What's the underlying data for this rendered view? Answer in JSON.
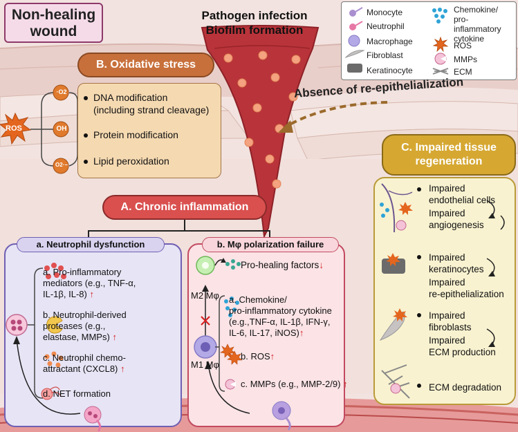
{
  "title": "Non-healing wound",
  "pathogen": [
    "Pathogen infection",
    "Biofilm formation"
  ],
  "legend": {
    "monocyte": "Monocyte",
    "neutrophil": "Neutrophil",
    "macrophage": "Macrophage",
    "fibroblast": "Fibroblast",
    "keratinocyte": "Keratinocyte",
    "chemokine": [
      "Chemokine/",
      "pro-inflammatory",
      "cytokine"
    ],
    "ros": "ROS",
    "mmps": "MMPs",
    "ecm": "ECM"
  },
  "oxidative": {
    "title": "B. Oxidative stress",
    "ros_label": "ROS",
    "species": [
      "·O2",
      "OH",
      "O2·−"
    ],
    "items": [
      "DNA modification",
      "(including strand cleavage)",
      "Protein modification",
      "Lipid peroxidation"
    ]
  },
  "epithelialization": "Absence of re-epithelialization",
  "inflammation": {
    "title": "A. Chronic inflammation"
  },
  "neutrophil": {
    "title": "a. Neutrophil dysfunction",
    "a": [
      "a. Pro-inflammatory",
      "mediators (e.g., TNF-α,",
      "IL-1β, IL-8)"
    ],
    "b": [
      "b. Neutrophil-derived",
      "proteases (e.g.,",
      "elastase, MMPs)"
    ],
    "c": [
      "c. Neutrophil chemo-",
      "attractant (CXCL8)"
    ],
    "d": "d. NET formation",
    "up": "↑"
  },
  "macrophage": {
    "title": "b. Mφ polarization failure",
    "pro_healing": "Pro-healing factors",
    "down": "↓",
    "m2": "M2 Mφ",
    "m1": "M1 Mφ",
    "a": [
      "a. Chemokine/",
      "pro-inflammatory cytokine",
      "(e.g.,TNF-α, IL-1β, IFN-γ,",
      "IL-6, IL-17, iNOS)"
    ],
    "b": "b. ROS",
    "c": "c. MMPs (e.g., MMP-2/9)",
    "up": "↑"
  },
  "regeneration": {
    "title": [
      "C. Impaired tissue",
      "regeneration"
    ],
    "items": [
      [
        "Impaired",
        "endothelial cells",
        "Impaired",
        "angiogenesis"
      ],
      [
        "Impaired",
        "keratinocytes",
        "Impaired",
        "re-epithelialization"
      ],
      [
        "Impaired",
        "fibroblasts",
        "Impaired",
        "ECM production"
      ],
      [
        "ECM degradation"
      ]
    ]
  },
  "colors": {
    "oxidative": "#c8703b",
    "inflammation": "#d9504f",
    "regeneration": "#d6a832",
    "neutrophil_panel": "#e7e4f5",
    "macrophage_panel": "#fbe3e6",
    "wound": "#b8343a"
  }
}
